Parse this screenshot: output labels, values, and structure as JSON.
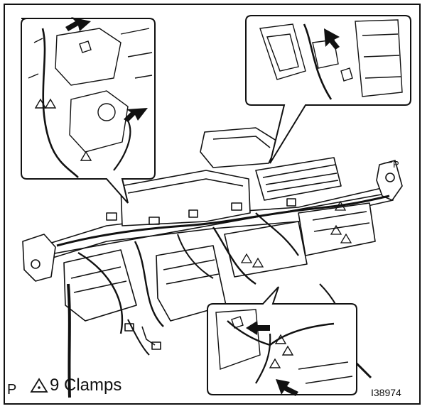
{
  "legend": {
    "mark": "P",
    "symbol": "clamp-triangle-icon",
    "text": "9 Clamps"
  },
  "figure_id": "I38974",
  "callout_mark": "P",
  "colors": {
    "ink": "#111111",
    "paper": "#ffffff"
  }
}
